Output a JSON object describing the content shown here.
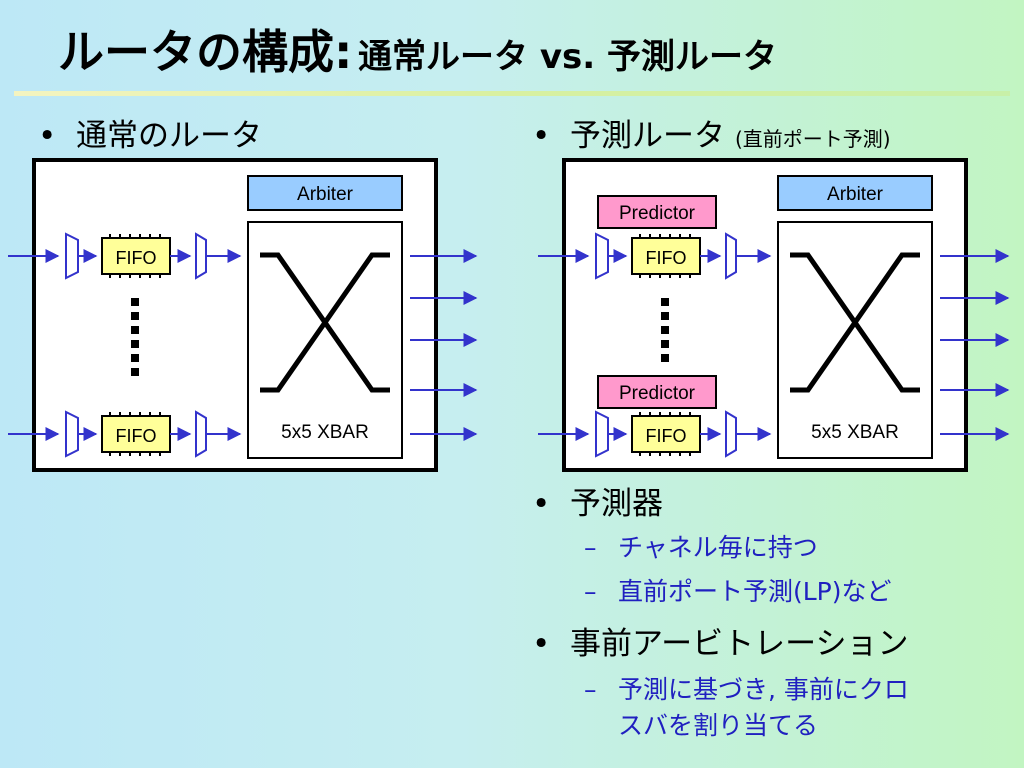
{
  "title": {
    "main": "ルータの構成:",
    "sub": "通常ルータ vs. 予測ルータ"
  },
  "left": {
    "bullet": "通常のルータ"
  },
  "right": {
    "bullet": "予測ルータ",
    "bullet_note": "(直前ポート予測)",
    "items": [
      {
        "text": "予測器",
        "subs": [
          "チャネル毎に持つ",
          "直前ポート予測(LP)など"
        ]
      },
      {
        "text": "事前アービトレーション",
        "subs": [
          "予測に基づき, 事前にクロ",
          "スバを割り当てる"
        ]
      }
    ]
  },
  "diagram": {
    "arbiter_label": "Arbiter",
    "fifo_label": "FIFO",
    "xbar_label": "5x5 XBAR",
    "predictor_label": "Predictor"
  },
  "colors": {
    "arbiter_fill": "#99ccff",
    "fifo_fill": "#ffff99",
    "predictor_fill": "#ff99cc",
    "arrow": "#3333cc",
    "sub_text": "#2020c0"
  }
}
